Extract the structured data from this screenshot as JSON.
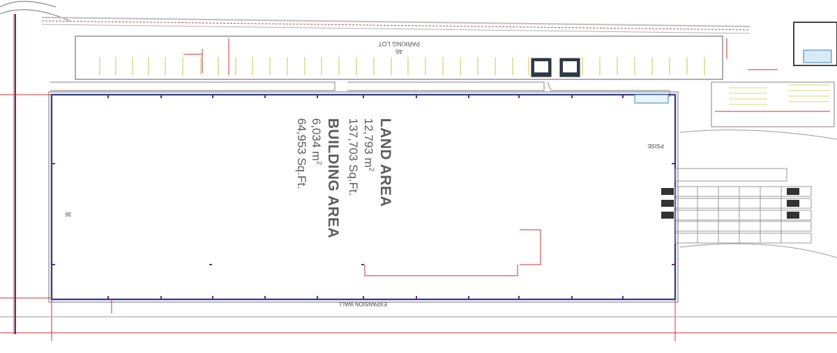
{
  "parking": {
    "label": "PARKING LOT",
    "count": "46"
  },
  "land_area": {
    "heading": "LAND AREA",
    "metric_value": "12,793 m",
    "metric_sup": "2",
    "imperial": "137,703 Sq.Ft."
  },
  "building_area": {
    "heading": "BUILDING AREA",
    "metric_value": "6,034 m",
    "metric_sup": "2",
    "imperial": "64,953 Sq.Ft."
  },
  "expansion_wall": {
    "label": "EXPANSION WALL"
  },
  "psise": "PSISE",
  "door_tag": "36",
  "colors": {
    "building_outline": "#3a3f8f",
    "dimension_red": "#d03030",
    "stall_yellow": "#e6e6a0",
    "wall_gray": "#9a9a9a",
    "tick_purple": "#6a2a8a"
  }
}
